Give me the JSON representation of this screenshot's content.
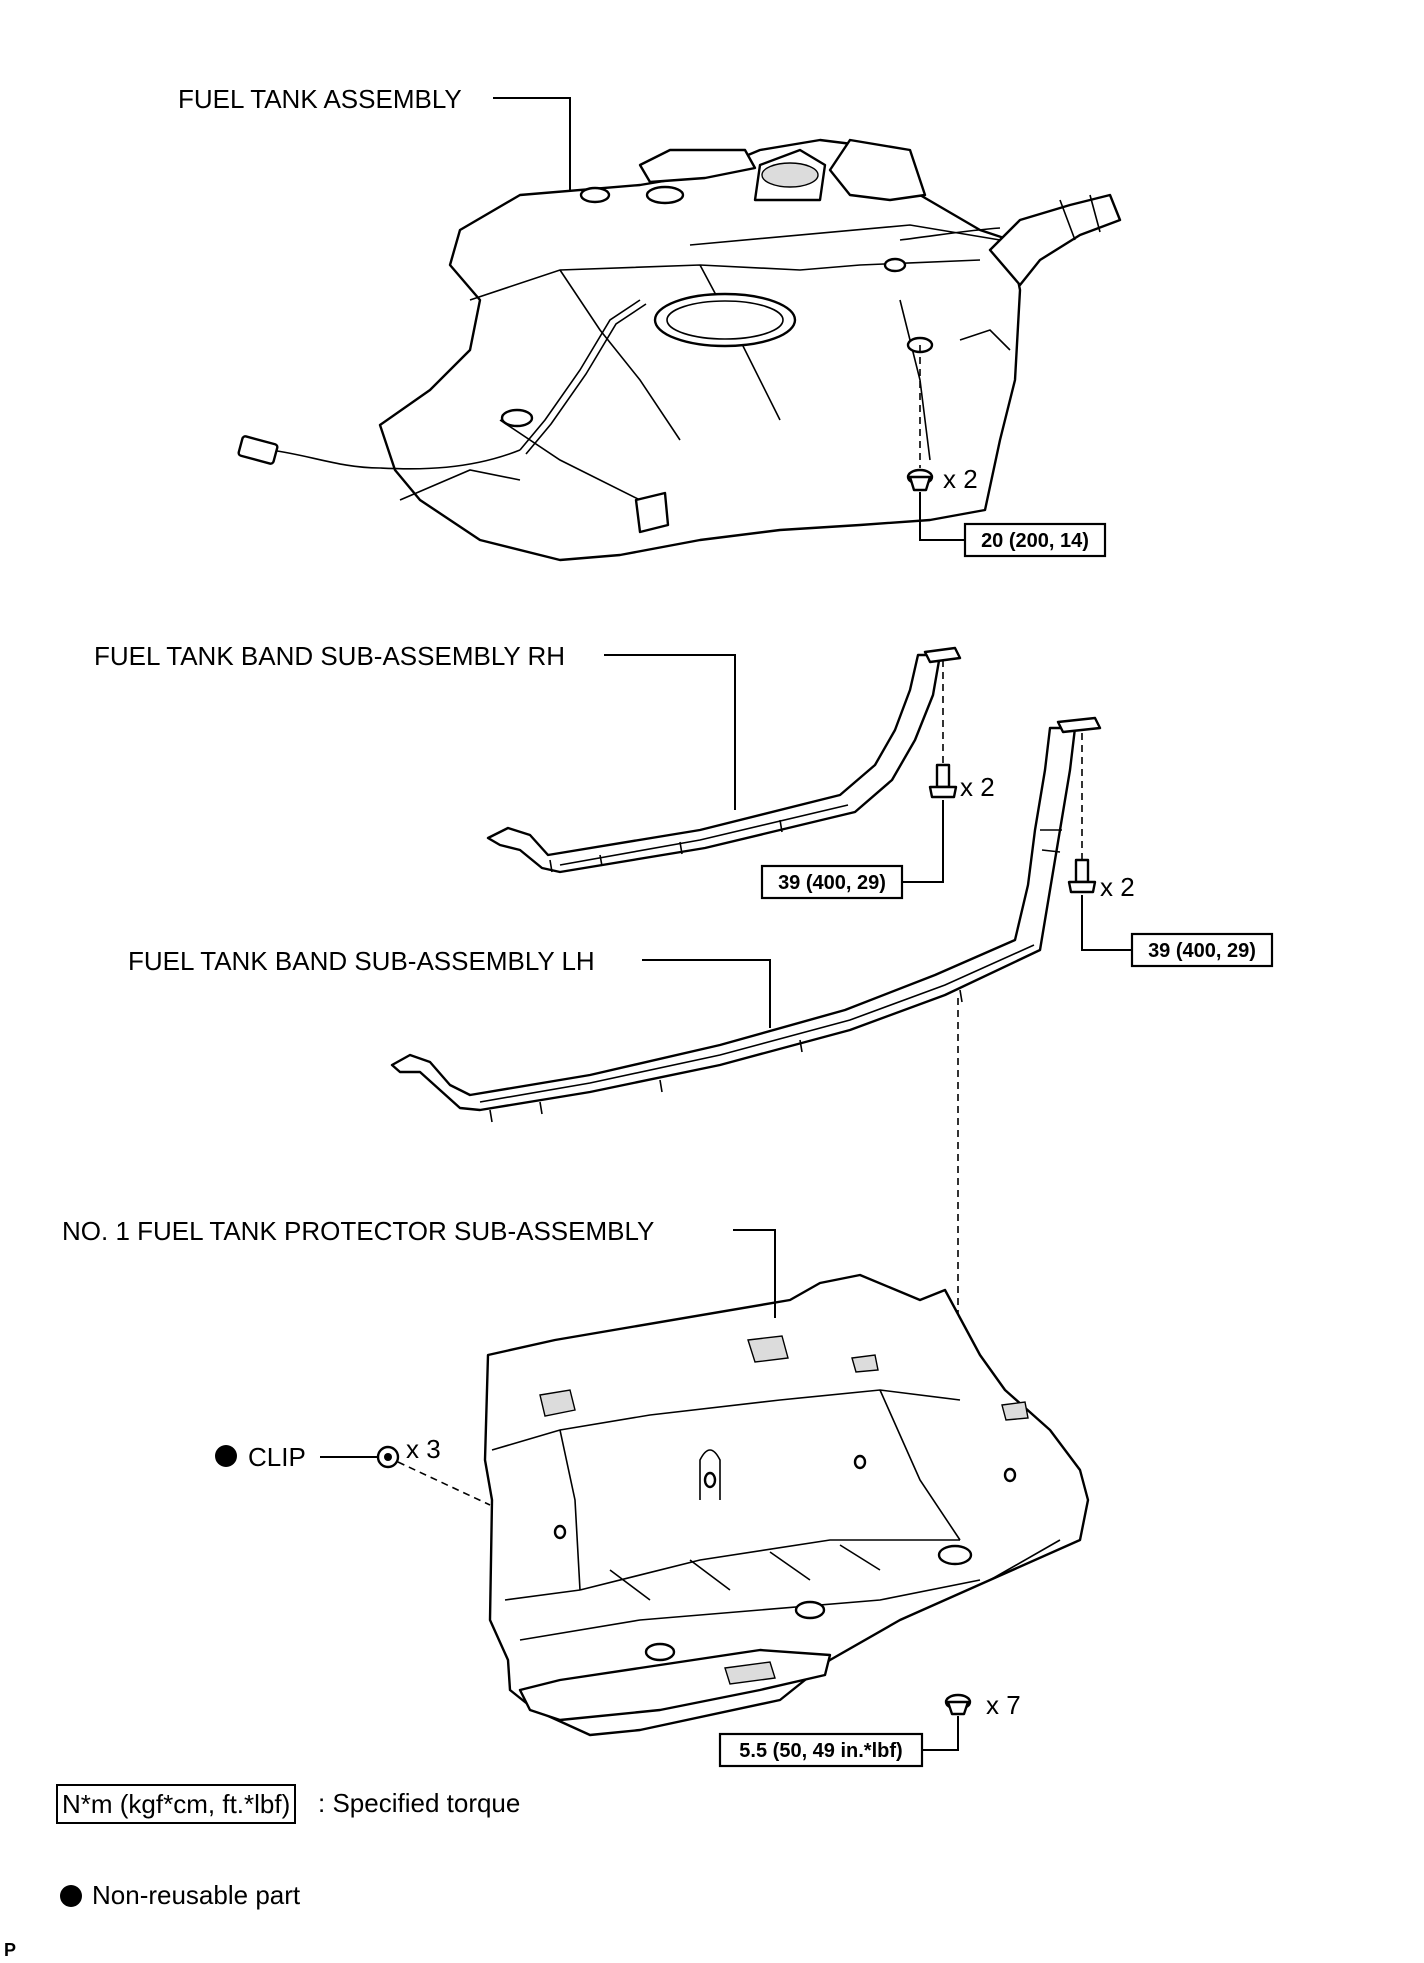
{
  "labels": {
    "fuel_tank": "FUEL TANK ASSEMBLY",
    "band_rh": "FUEL TANK BAND SUB-ASSEMBLY RH",
    "band_lh": "FUEL TANK BAND SUB-ASSEMBLY LH",
    "protector": "NO. 1 FUEL TANK PROTECTOR SUB-ASSEMBLY",
    "clip": "CLIP"
  },
  "quantities": {
    "tank_nut": "x 2",
    "rh_bolt": "x 2",
    "lh_bolt": "x 2",
    "clip": "x 3",
    "protector_nut": "x 7"
  },
  "torques": {
    "tank_nut": "20 (200, 14)",
    "rh_bolt": "39 (400, 29)",
    "lh_bolt": "39 (400, 29)",
    "protector_nut": "5.5 (50, 49 in.*lbf)"
  },
  "legend": {
    "torque_box": "N*m (kgf*cm, ft.*lbf)",
    "torque_desc": ": Specified torque",
    "nonreusable": "Non-reusable part"
  },
  "corner_mark": "P"
}
